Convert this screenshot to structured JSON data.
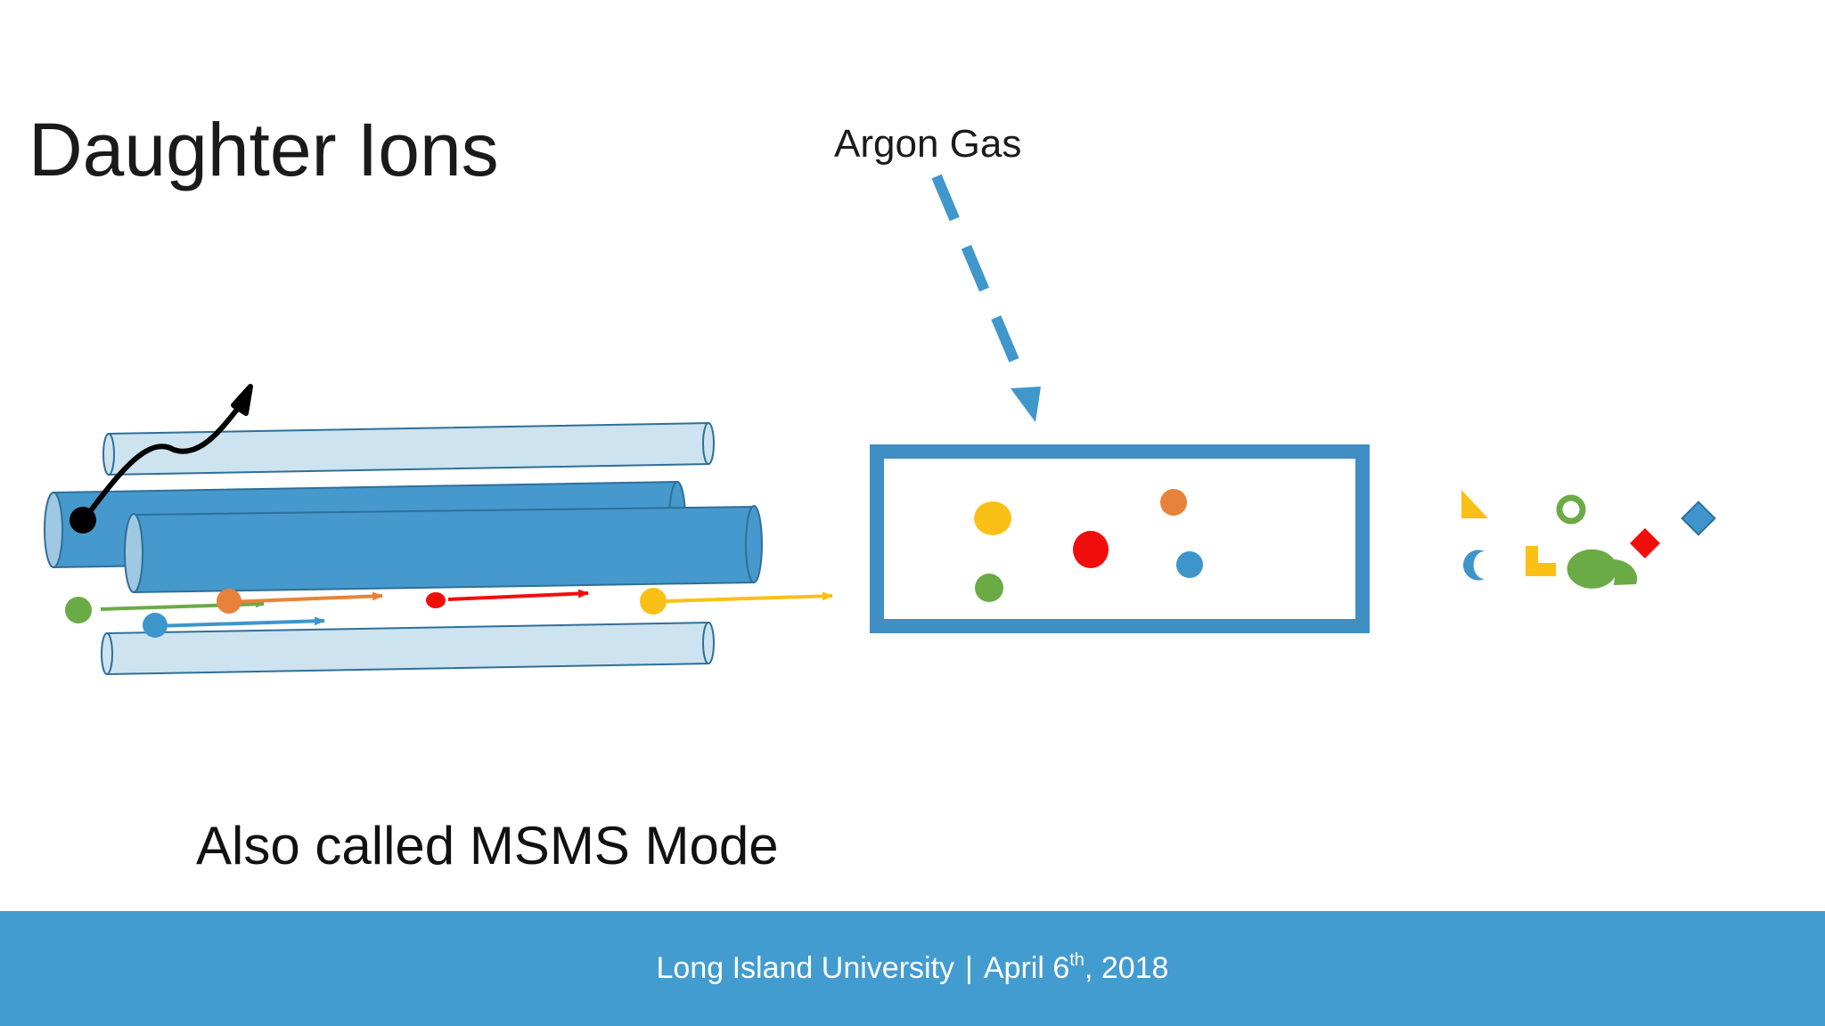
{
  "slide": {
    "title": "Daughter Ions",
    "gas_label": "Argon Gas",
    "subtitle": "Also called MSMS Mode"
  },
  "footer": {
    "institution": "Long Island University",
    "separator": "|",
    "date_prefix": "April 6",
    "date_superscript": "th",
    "date_suffix": ", 2018"
  },
  "colors": {
    "rod_dark": "#4599cd",
    "rod_light": "#cde3f0",
    "rod_stroke": "#2f6f98",
    "cell_border": "#3f8fc4",
    "gas_arrow": "#3f97cc",
    "footer": "#439cd0",
    "ion_green": "#6aab46",
    "ion_orange": "#e8823b",
    "ion_red": "#f20d0d",
    "ion_yellow": "#fbc016",
    "ion_blue": "#3e95cc",
    "ion_black": "#000000"
  }
}
